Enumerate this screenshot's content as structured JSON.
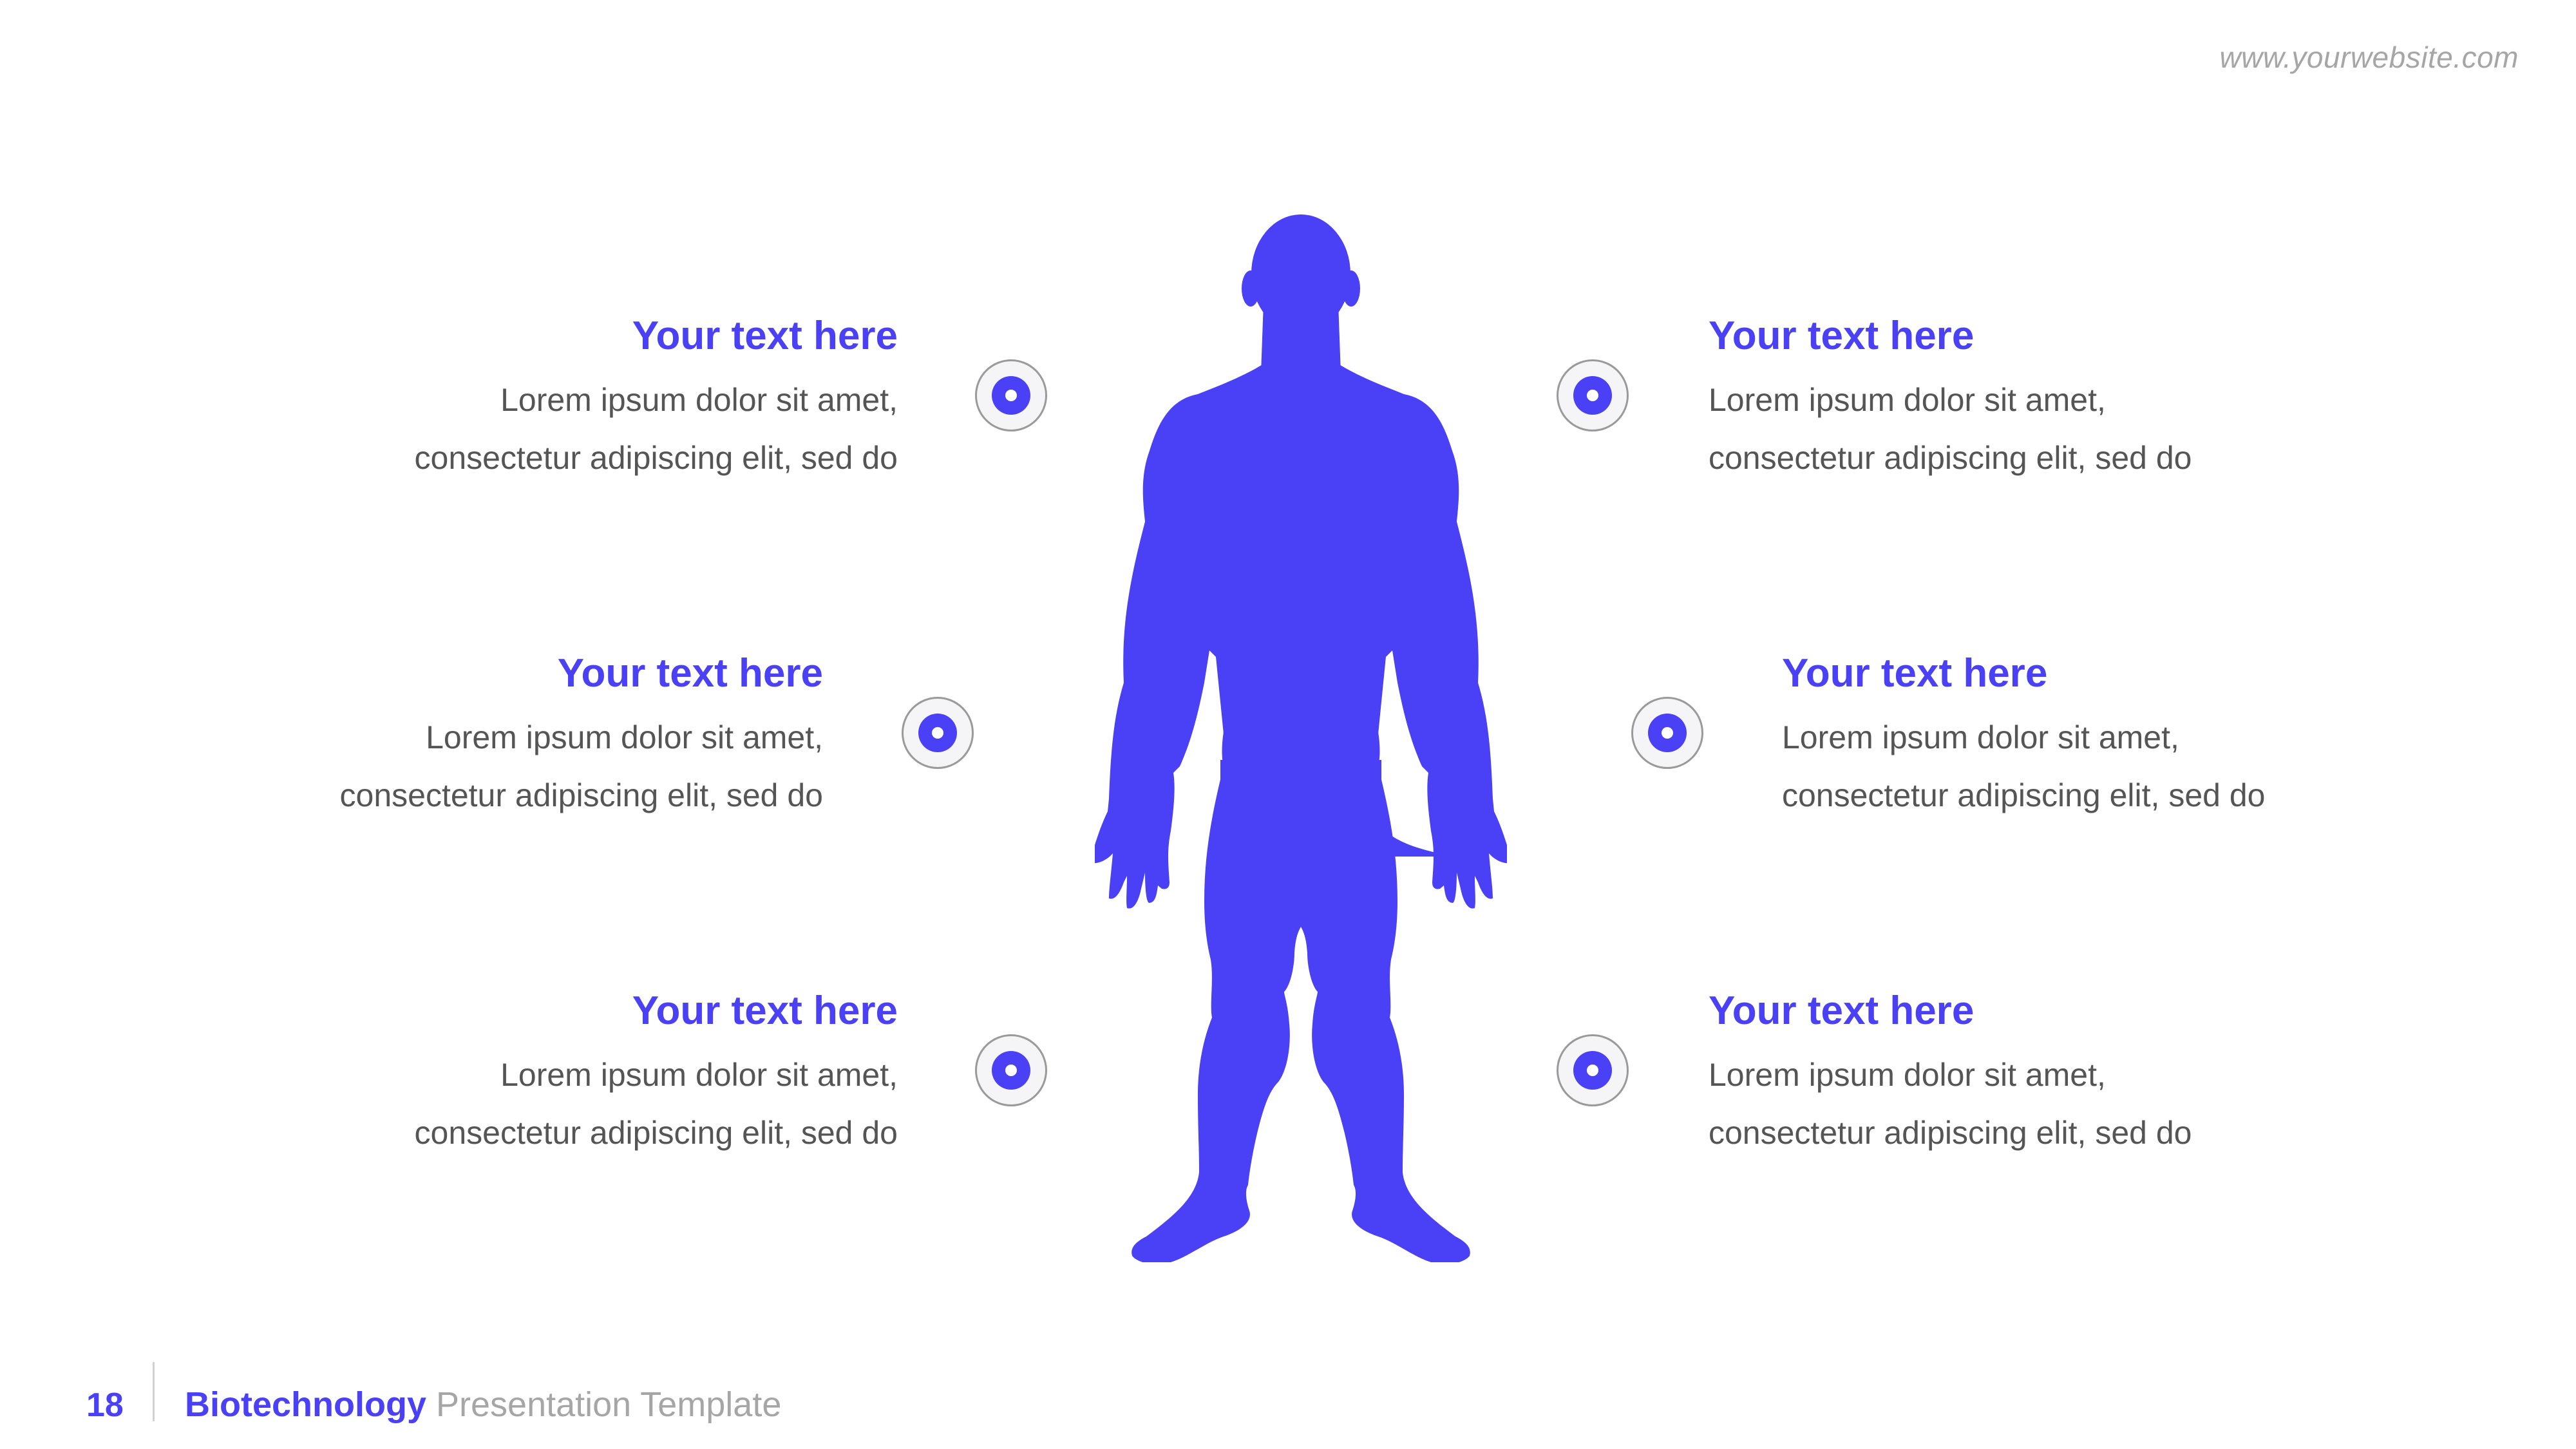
{
  "header": {
    "website": "www.yourwebsite.com"
  },
  "callouts": [
    {
      "side": "left",
      "position": "top",
      "title": "Your text here",
      "line1": "Lorem ipsum dolor sit amet,",
      "line2": "consectetur adipiscing elit, sed do"
    },
    {
      "side": "left",
      "position": "middle",
      "title": "Your text here",
      "line1": "Lorem ipsum dolor sit amet,",
      "line2": "consectetur adipiscing elit, sed do"
    },
    {
      "side": "left",
      "position": "bottom",
      "title": "Your text here",
      "line1": "Lorem ipsum dolor sit amet,",
      "line2": "consectetur adipiscing elit, sed do"
    },
    {
      "side": "right",
      "position": "top",
      "title": "Your text here",
      "line1": "Lorem ipsum dolor sit amet,",
      "line2": "consectetur adipiscing elit, sed do"
    },
    {
      "side": "right",
      "position": "middle",
      "title": "Your text here",
      "line1": "Lorem ipsum dolor sit amet,",
      "line2": "consectetur adipiscing elit, sed do"
    },
    {
      "side": "right",
      "position": "bottom",
      "title": "Your text here",
      "line1": "Lorem ipsum dolor sit amet,",
      "line2": "consectetur adipiscing elit, sed do"
    }
  ],
  "figure": {
    "icon": "human-body-silhouette-icon"
  },
  "markers": {
    "icon": "target-dot-icon"
  },
  "footer": {
    "page_number": "18",
    "brand": "Biotechnology",
    "subtitle": "Presentation Template"
  },
  "colors": {
    "accent": "#4a40f5",
    "body_text": "#555555",
    "muted_text": "#a6a6a6",
    "background": "#ffffff",
    "marker_fill": "#f5f5f7",
    "marker_border": "#9a9a9a"
  }
}
